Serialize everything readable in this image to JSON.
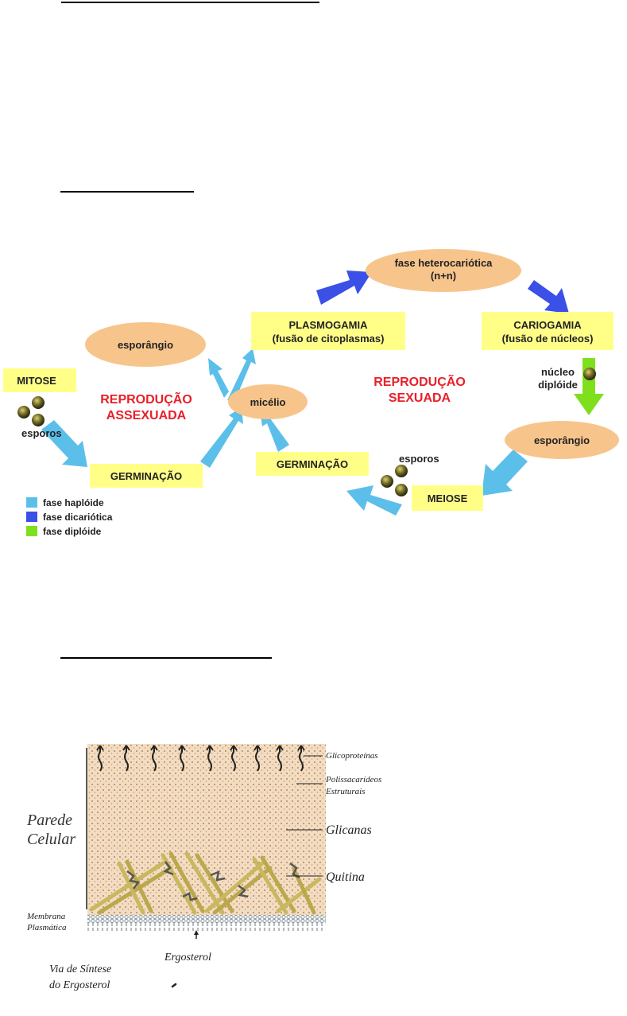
{
  "headings": {
    "first": "",
    "second": "",
    "third": ""
  },
  "lifecycle": {
    "nodes": {
      "heterocariotica_line1": "fase heterocariótica",
      "heterocariotica_line2": "(n+n)",
      "esporangio_left": "esporângio",
      "plasmogamia_line1": "PLASMOGAMIA",
      "plasmogamia_line2": "(fusão de citoplasmas)",
      "cariogamia_line1": "CARIOGAMIA",
      "cariogamia_line2": "(fusão de núcleos)",
      "mitose": "MITOSE",
      "micelio": "micélio",
      "esporangio_right": "esporângio",
      "germinacao_left": "GERMINAÇÃO",
      "germinacao_right": "GERMINAÇÃO",
      "meiose": "MEIOSE",
      "nucleo_line1": "núcleo",
      "nucleo_line2": "diplóide",
      "esporos_left": "esporos",
      "esporos_right": "esporos"
    },
    "labels": {
      "assexuada_line1": "REPRODUÇÃO",
      "assexuada_line2": "ASSEXUADA",
      "sexuada_line1": "REPRODUÇÃO",
      "sexuada_line2": "SEXUADA"
    },
    "legend": [
      {
        "label": "fase haplóide",
        "color": "#5bbfea"
      },
      {
        "label": "fase dicariótica",
        "color": "#3a50e6"
      },
      {
        "label": "fase diplóide",
        "color": "#7ee01c"
      }
    ],
    "colors": {
      "box": "#ffff88",
      "ellipse": "#f7c58c",
      "red_text": "#e8202a"
    }
  },
  "cellwall": {
    "labels": {
      "glicoproteinas": "Glicoproteínas",
      "polissacarideos_line1": "Polissacarídeos",
      "polissacarideos_line2": "Estruturais",
      "glicanas": "Glicanas",
      "quitina": "Quitina",
      "parede_line1": "Parede",
      "parede_line2": "Celular",
      "membrana_line1": "Membrana",
      "membrana_line2": "Plasmática",
      "ergosterol": "Ergosterol",
      "via_line1": "Via de Síntese",
      "via_line2": "do Ergosterol"
    }
  }
}
